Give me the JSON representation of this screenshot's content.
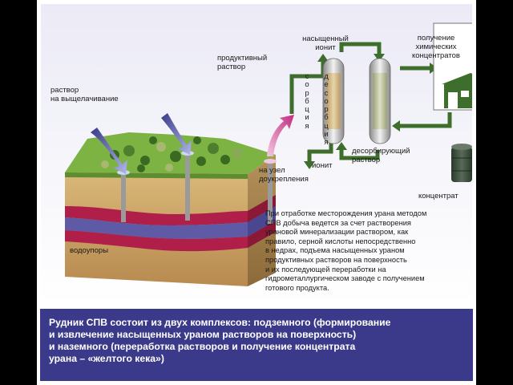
{
  "labels": {
    "leach_solution": [
      "раствор",
      "на выщелачивание"
    ],
    "product_solution": [
      "продуктивный",
      "раствор"
    ],
    "saturated_ionite": [
      "насыщенный",
      "ионит"
    ],
    "chemical_concentrates": [
      "получение",
      "химических",
      "концентратов"
    ],
    "sorption": "сорбция",
    "desorption": "десорбция",
    "to_final_unit": [
      "на узел",
      "доукрепления"
    ],
    "ionite": "ионит",
    "desorbing_solution": [
      "десорбирующий",
      "раствор"
    ],
    "concentrate": "концентрат",
    "aquitards": "водоупоры"
  },
  "description_lines": [
    "При отработке месторождения урана методом",
    "СПВ добыча ведется за счет растворения",
    "урановой минерализации раствором, как",
    "правило, серной кислоты непосредственно",
    "в недрах, подъема насыщенных ураном",
    "продуктивных растворов на поверхность",
    "и их последующей переработки на",
    "гидрометаллургическом заводе с получением",
    "готового продукта."
  ],
  "footer_lines": [
    "Рудник СПВ состоит из двух комплексов: подземного (формирование",
    "и извлечение насыщенных ураном растворов на поверхность)",
    "и наземного (переработка растворов и получение концентрата",
    "урана – «желтого кека»)"
  ],
  "colors": {
    "arrow_green": "#3e6e2c",
    "footer_bg": "#3b3a8a",
    "ore_layer": "#b01e4a",
    "water_layer": "#5e5aa6",
    "grass": "#7cb342",
    "soil": "#c8a060",
    "injection_arrow": "#6a6ab8",
    "product_arrow": "#d45a9a"
  }
}
